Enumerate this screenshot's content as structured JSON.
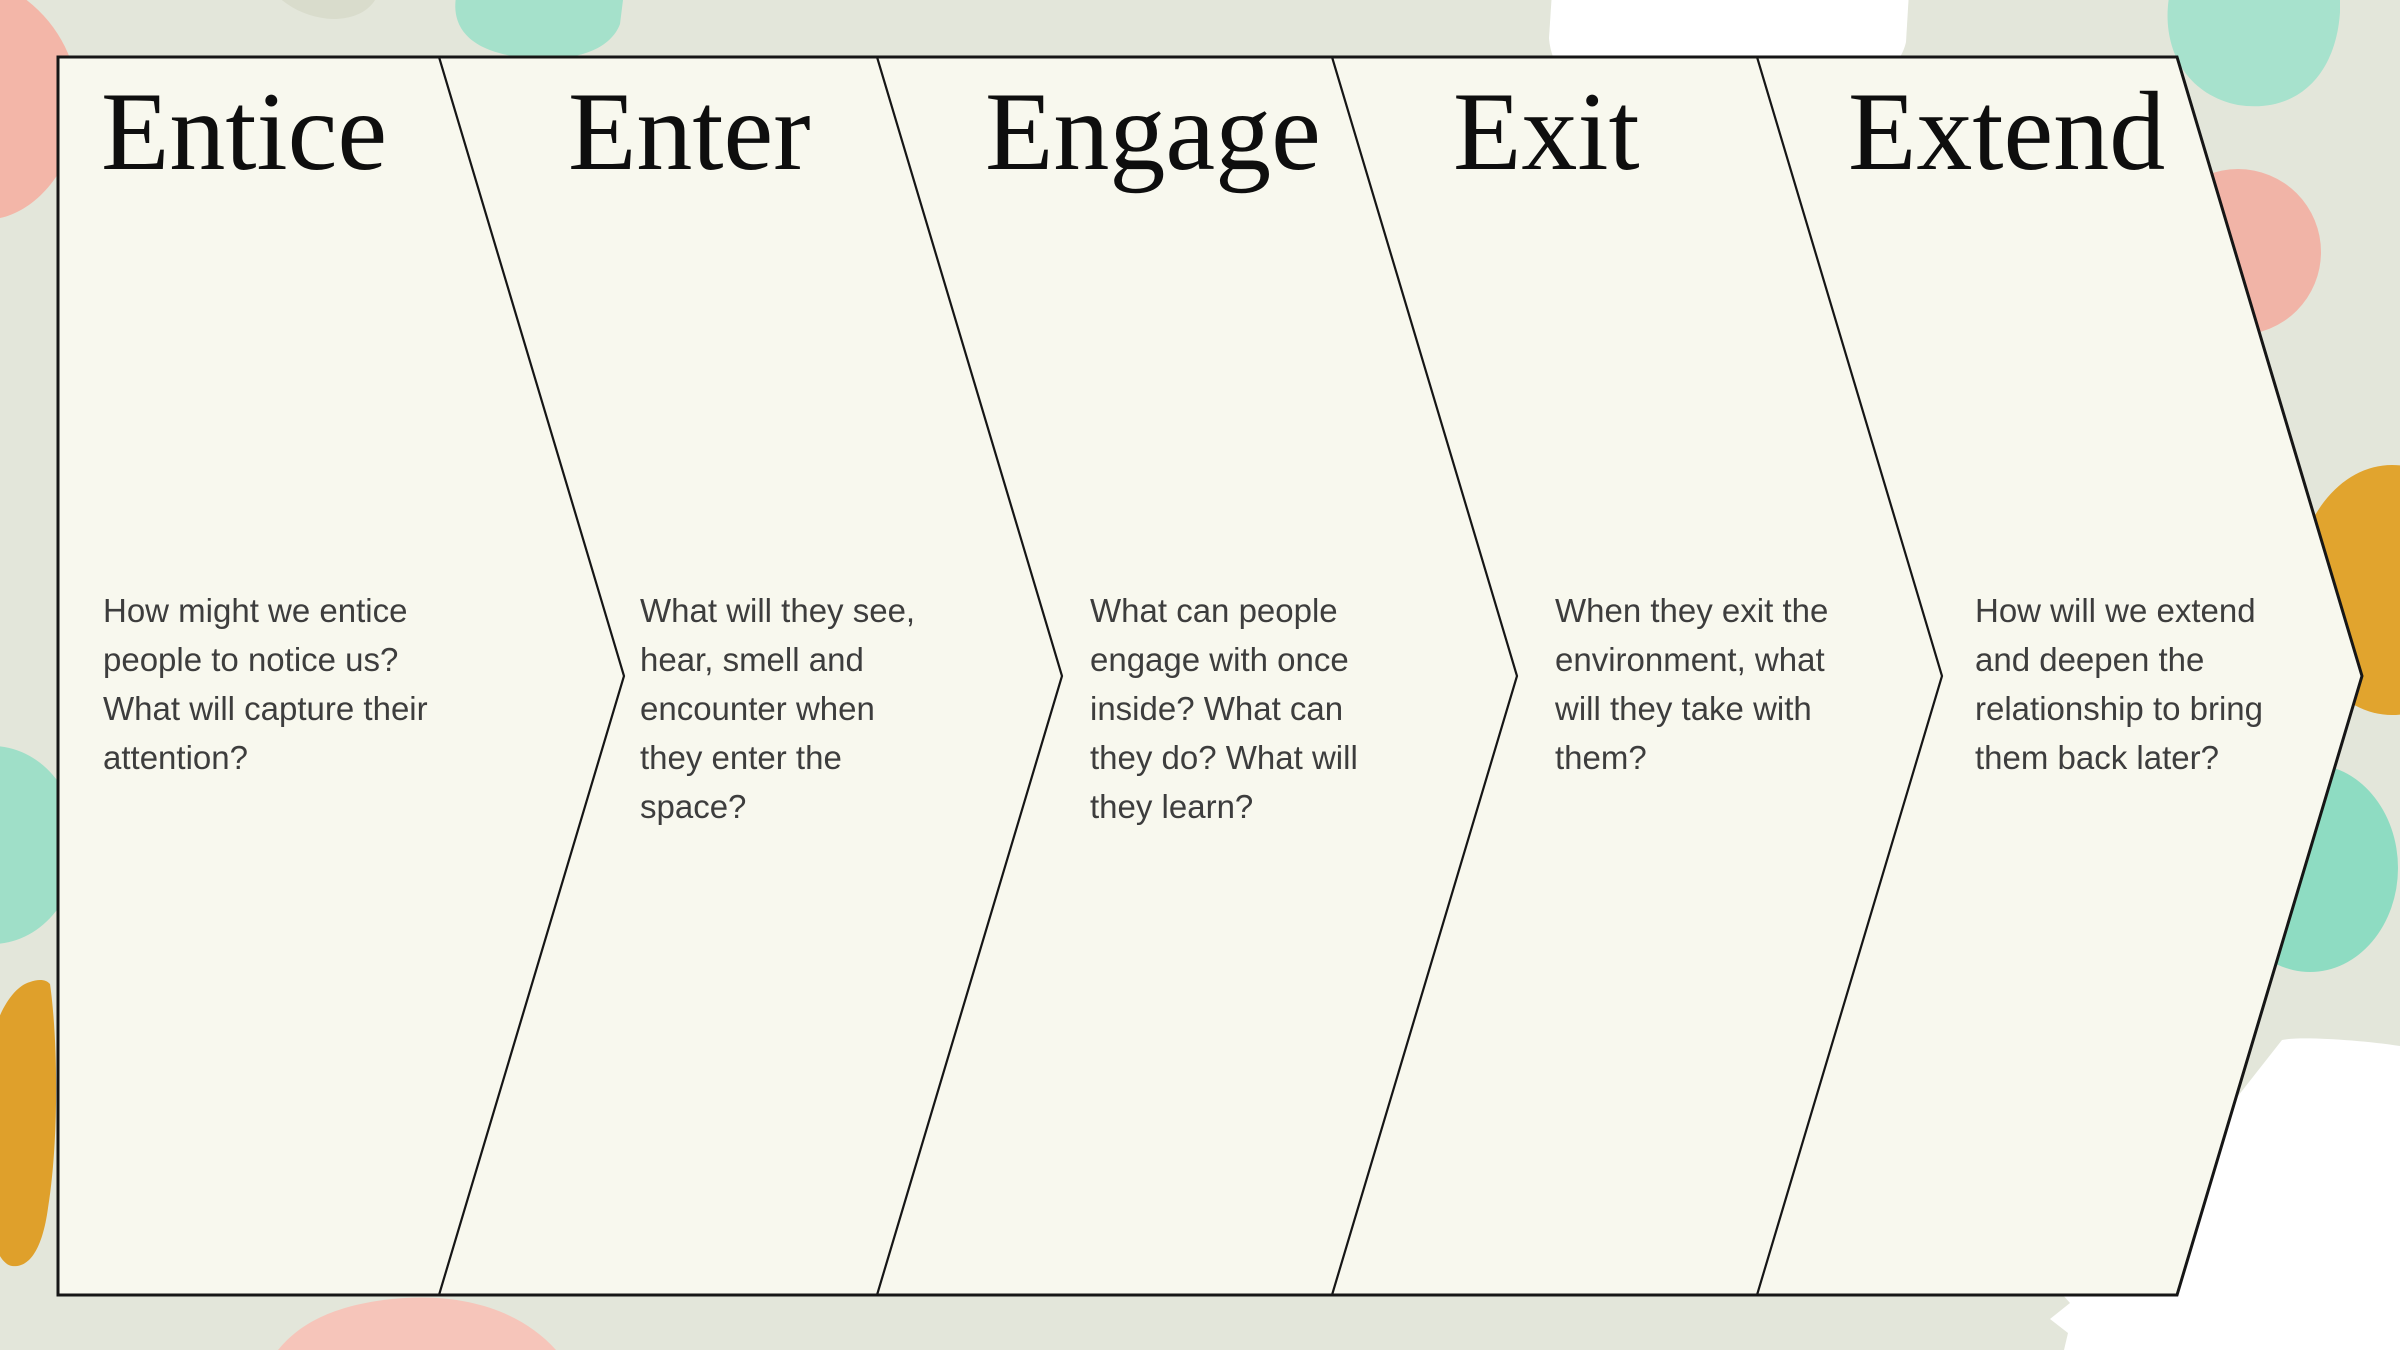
{
  "diagram": {
    "name": "5 E's experience journey chevron map",
    "stage_count": 5
  },
  "colors": {
    "background": "#e3e6da",
    "panel": "#f8f8ee",
    "outline": "#161616",
    "heading_text": "#0e0e0e",
    "body_text": "#3d3d3d",
    "mint": "#a5e1cb",
    "mint_topright": "#a7e2cd",
    "mint_left": "#9fdfc8",
    "teal_deep": "#8edcc2",
    "salmon": "#f3b6a8",
    "salmon_circle": "#f1b4a7",
    "salmon_light": "#f6c5ba",
    "mustard": "#e1a42e",
    "mustard_left": "#dfa02b",
    "white_blob": "#ffffff",
    "pale_leaf": "#d9dccc"
  },
  "stages": [
    {
      "title": "Entice",
      "description": "How might we entice\npeople to notice us?\nWhat will capture their\nattention?"
    },
    {
      "title": "Enter",
      "description": "What will they see,\nhear, smell and\nencounter when\nthey enter the\nspace?"
    },
    {
      "title": "Engage",
      "description": "What can people\nengage with once\ninside? What can\nthey do? What will\nthey learn?"
    },
    {
      "title": "Exit",
      "description": "When they exit the\nenvironment, what\nwill they take with\nthem?"
    },
    {
      "title": "Extend",
      "description": "How will we extend\nand deepen the\nrelationship to bring\nthem back later?"
    }
  ]
}
